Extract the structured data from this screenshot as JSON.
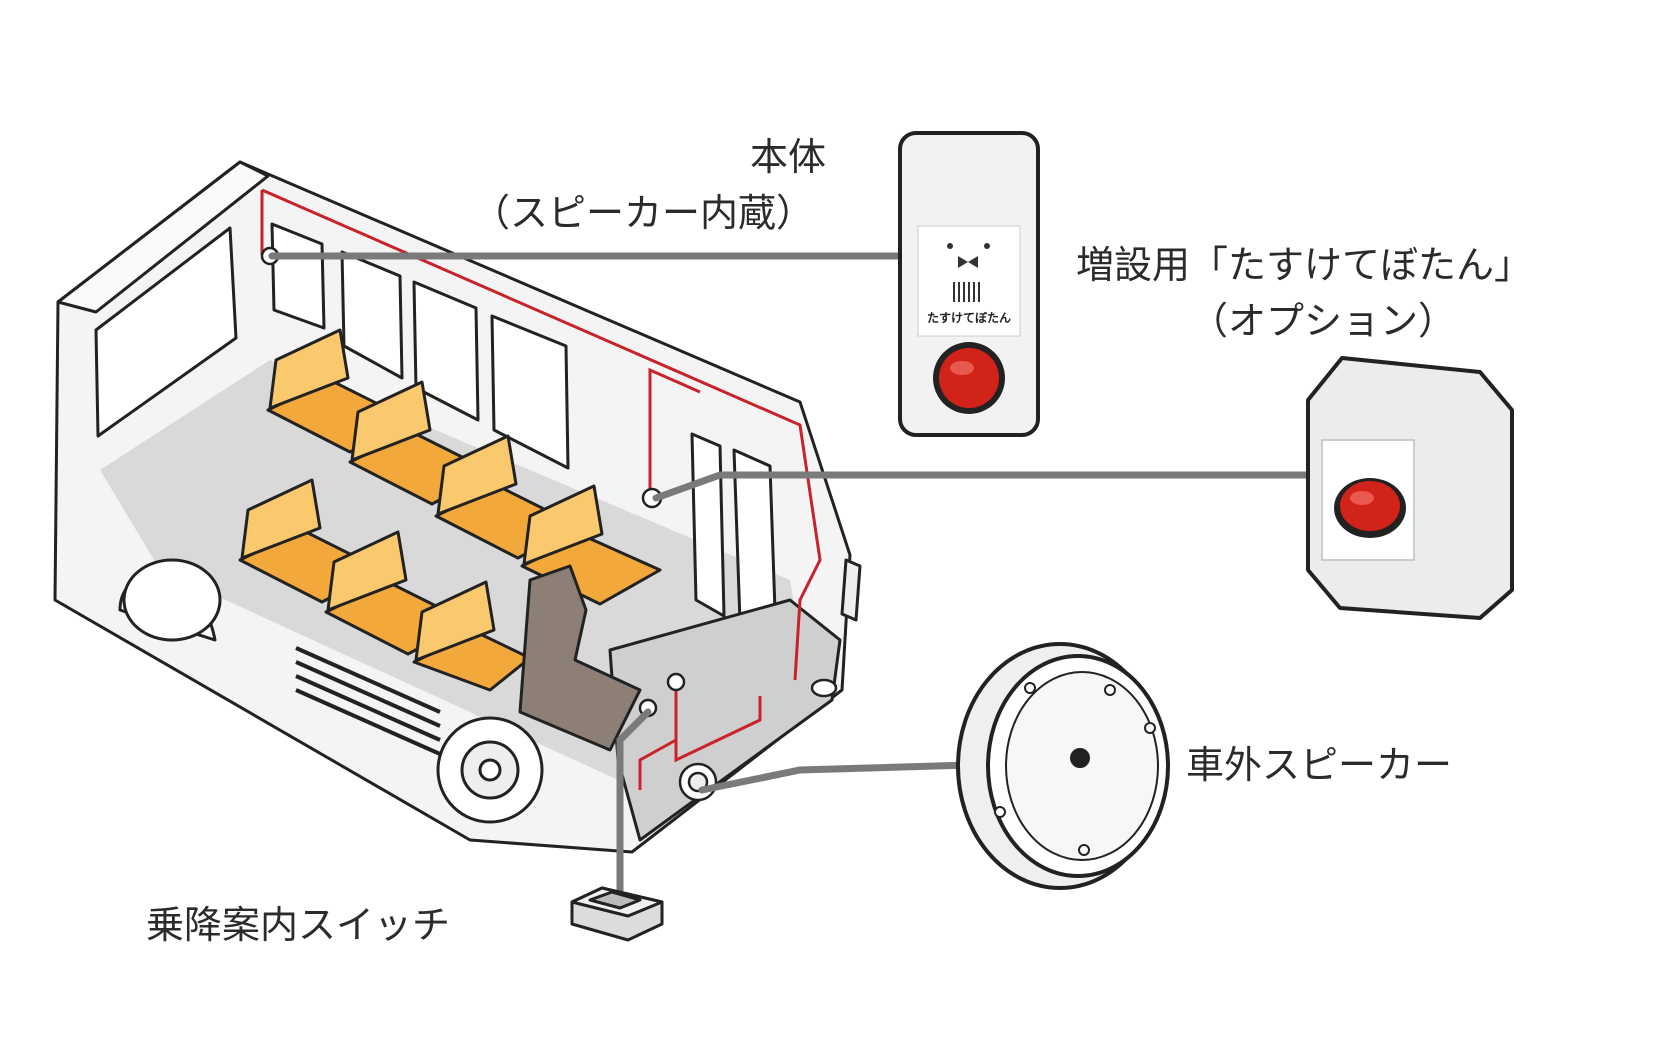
{
  "labels": {
    "main_unit": "本体",
    "main_unit_sub": "（スピーカー内蔵）",
    "extra_button": "増設用「たすけてぼたん」",
    "extra_button_sub": "（オプション）",
    "outside_speaker": "車外スピーカー",
    "guide_switch": "乗降案内スイッチ"
  },
  "device": {
    "panel_text": "たすけてぼたん"
  },
  "colors": {
    "seat": "#f3a83b",
    "seat_light": "#fbc96d",
    "wire": "#c8222a",
    "button_red": "#d2231a",
    "bus_body": "#f4f4f4",
    "floor": "#d9d9d9",
    "outline": "#222222",
    "connector_line": "#7a7a7a"
  }
}
